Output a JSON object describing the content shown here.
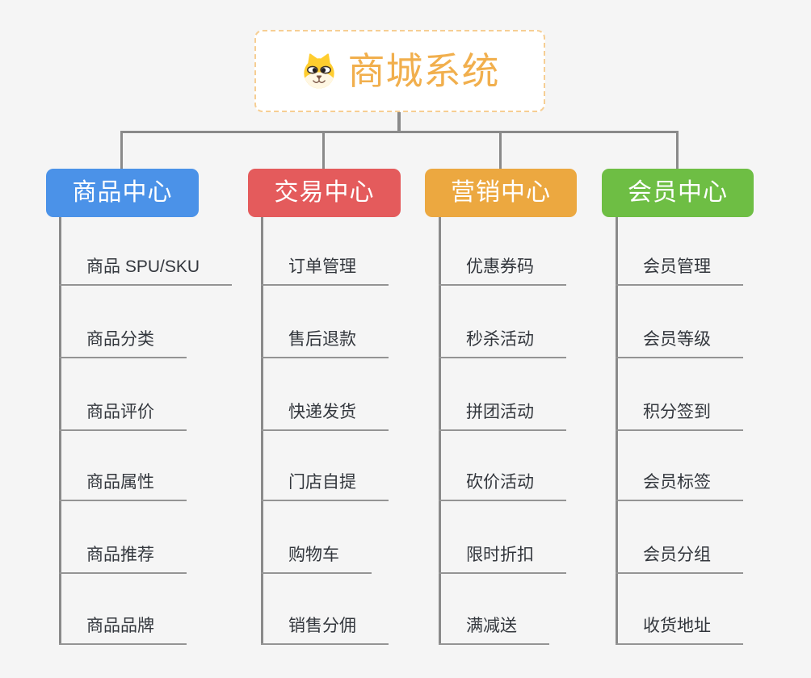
{
  "root": {
    "title": "商城系统",
    "icon": "dog-face-icon",
    "title_color": "#F1AF4D",
    "border_color": "#F6CE93"
  },
  "colors": {
    "background": "#F5F5F5",
    "connector": "#8A8A8A",
    "leaf_underline": "#949494",
    "leaf_text": "#33373D"
  },
  "columns": [
    {
      "label": "商品中心",
      "color": "#4B92E8",
      "items": [
        "商品 SPU/SKU",
        "商品分类",
        "商品评价",
        "商品属性",
        "商品推荐",
        "商品品牌"
      ]
    },
    {
      "label": "交易中心",
      "color": "#E45B5C",
      "items": [
        "订单管理",
        "售后退款",
        "快递发货",
        "门店自提",
        "购物车",
        "销售分佣"
      ]
    },
    {
      "label": "营销中心",
      "color": "#ECA840",
      "items": [
        "优惠券码",
        "秒杀活动",
        "拼团活动",
        "砍价活动",
        "限时折扣",
        "满减送"
      ]
    },
    {
      "label": "会员中心",
      "color": "#6EBE44",
      "items": [
        "会员管理",
        "会员等级",
        "积分签到",
        "会员标签",
        "会员分组",
        "收货地址"
      ]
    }
  ]
}
